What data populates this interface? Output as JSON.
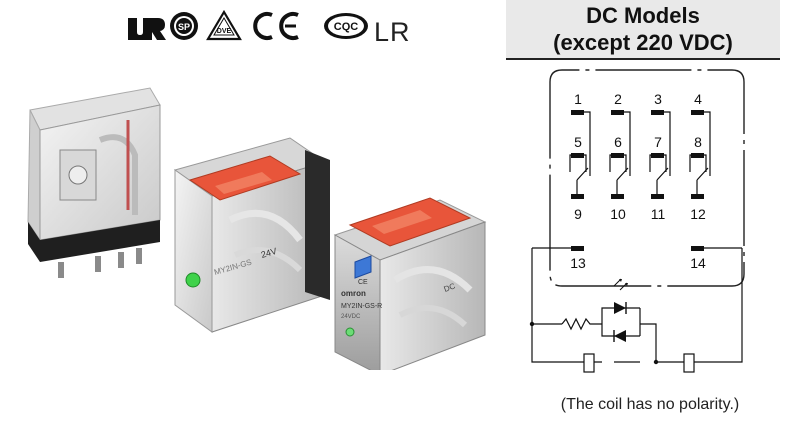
{
  "certifications": {
    "marks": [
      "ul-recognized-mark",
      "csa-mark",
      "vde-mark",
      "ce-mark",
      "cqc-mark"
    ],
    "lr_text": "LR"
  },
  "relay_photo": {
    "relays": [
      {
        "name": "relay-clear-basic"
      },
      {
        "name": "relay-orange-tab-led"
      },
      {
        "name": "relay-orange-tab-test-button"
      }
    ],
    "labels": {
      "brand": "omron",
      "model": "MY2IN-GS-R",
      "model_left": "MY2IN-GS",
      "voltage": "24VDC",
      "ce": "CE",
      "dc": "DC"
    }
  },
  "header": {
    "line1": "DC Models",
    "line2": "(except 220 VDC)"
  },
  "schematic": {
    "top_pins": [
      "1",
      "2",
      "3",
      "4"
    ],
    "mid_pins": [
      "5",
      "6",
      "7",
      "8"
    ],
    "bottom_pins": [
      "9",
      "10",
      "11",
      "12"
    ],
    "coil_pins": [
      "13",
      "14"
    ]
  },
  "caption": "(The coil has no polarity.)"
}
